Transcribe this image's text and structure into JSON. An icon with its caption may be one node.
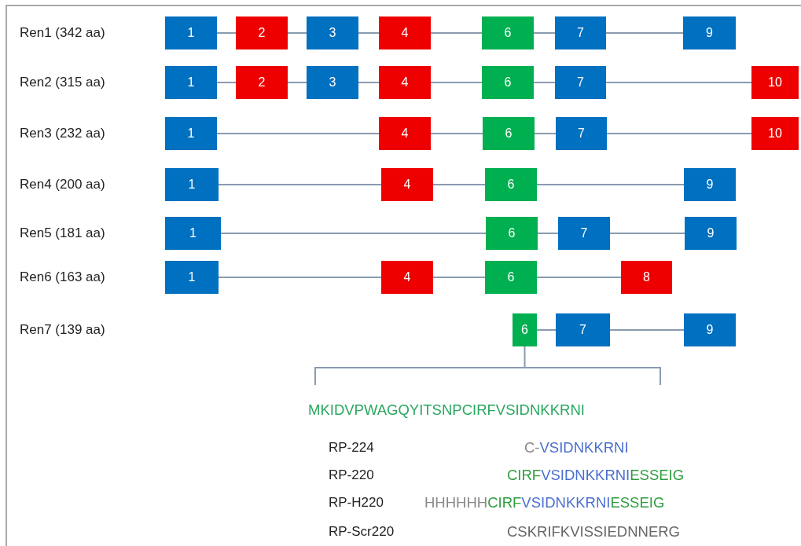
{
  "diagram": {
    "nodes": [
      {
        "text": [
          "1"
        ]
      },
      {
        "text": [
          "2"
        ]
      },
      {
        "text": [
          "3"
        ]
      },
      {
        "text": [
          "4"
        ]
      },
      {
        "text": [
          "6"
        ]
      },
      {
        "text": [
          "7"
        ]
      },
      {
        "text": [
          "9"
        ]
      },
      {
        "text": [
          "1"
        ]
      },
      {
        "text": [
          "2"
        ]
      },
      {
        "text": [
          "3"
        ]
      },
      {
        "text": [
          "4"
        ]
      },
      {
        "text": [
          "6"
        ]
      },
      {
        "text": [
          "7"
        ]
      },
      {
        "text": [
          "10"
        ]
      },
      {
        "text": [
          "1"
        ]
      },
      {
        "text": [
          "4"
        ]
      },
      {
        "text": [
          "6"
        ]
      },
      {
        "text": [
          "7"
        ]
      },
      {
        "text": [
          "10"
        ]
      },
      {
        "text": [
          "1"
        ]
      },
      {
        "text": [
          "4"
        ]
      },
      {
        "text": [
          "6"
        ]
      },
      {
        "text": [
          "9"
        ]
      },
      {
        "text": [
          "1"
        ]
      },
      {
        "text": [
          "6"
        ]
      },
      {
        "text": [
          "7"
        ]
      },
      {
        "text": [
          "9"
        ]
      },
      {
        "text": [
          "1"
        ]
      },
      {
        "text": [
          "4"
        ]
      },
      {
        "text": [
          "6"
        ]
      },
      {
        "text": [
          "8"
        ]
      },
      {
        "text": [
          "6"
        ]
      },
      {
        "text": [
          "7"
        ]
      },
      {
        "text": [
          "9"
        ]
      }
    ],
    "edges": [
      {
        "from": 0,
        "to": 1,
        "arrow": "none"
      },
      {
        "from": 1,
        "to": 2,
        "arrow": "none"
      },
      {
        "from": 2,
        "to": 3,
        "arrow": "none"
      },
      {
        "from": 3,
        "to": 4,
        "arrow": "none"
      },
      {
        "from": 4,
        "to": 5,
        "arrow": "none"
      },
      {
        "from": 5,
        "to": 6,
        "arrow": "none"
      },
      {
        "from": 7,
        "to": 8,
        "arrow": "none"
      },
      {
        "from": 8,
        "to": 9,
        "arrow": "none"
      },
      {
        "from": 9,
        "to": 10,
        "arrow": "none"
      },
      {
        "from": 10,
        "to": 11,
        "arrow": "none"
      },
      {
        "from": 11,
        "to": 12,
        "arrow": "none"
      },
      {
        "from": 12,
        "to": 13,
        "arrow": "none"
      },
      {
        "from": 14,
        "to": 15,
        "arrow": "none"
      },
      {
        "from": 15,
        "to": 16,
        "arrow": "none"
      },
      {
        "from": 16,
        "to": 17,
        "arrow": "none"
      },
      {
        "from": 17,
        "to": 18,
        "arrow": "none"
      },
      {
        "from": 19,
        "to": 20,
        "arrow": "none"
      },
      {
        "from": 20,
        "to": 21,
        "arrow": "none"
      },
      {
        "from": 21,
        "to": 22,
        "arrow": "none"
      },
      {
        "from": 23,
        "to": 24,
        "arrow": "none"
      },
      {
        "from": 24,
        "to": 25,
        "arrow": "none"
      },
      {
        "from": 25,
        "to": 26,
        "arrow": "none"
      },
      {
        "from": 27,
        "to": 28,
        "arrow": "none"
      },
      {
        "from": 28,
        "to": 29,
        "arrow": "none"
      },
      {
        "from": 29,
        "to": 30,
        "arrow": "none"
      },
      {
        "from": 31,
        "to": 32,
        "arrow": "none"
      },
      {
        "from": 32,
        "to": 33,
        "arrow": "none"
      }
    ],
    "labels": [
      "Ren1 (342 aa)",
      "Ren2 (315 aa)",
      "Ren3 (232 aa)",
      "Ren4 (200 aa)",
      "Ren5 (181 aa)",
      "Ren6 (163 aa)",
      "Ren7 (139 aa)",
      "MKIDVPWAGQYITSNPCIRFVSIDNKKRNI",
      "RP-224",
      "C-VSIDNKKRNI",
      "RP-220",
      "CIRFVSIDNKKRNIESSEIG",
      "RP-H220",
      "HHHHHHCIRFVSIDNKKRNIESSEIG",
      "RP-Scr220",
      "CSKRIFKVISSIEDNNERG"
    ]
  }
}
